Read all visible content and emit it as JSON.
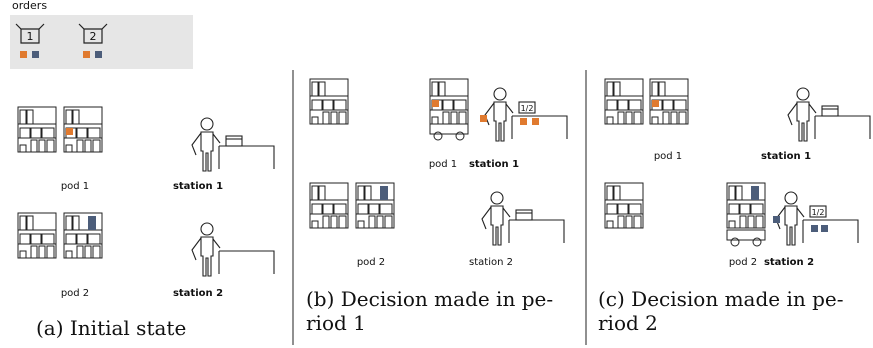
{
  "orders": {
    "label": "orders",
    "items": [
      {
        "id": "1",
        "colors": [
          "#e07a2f",
          "#4c5d7a"
        ]
      },
      {
        "id": "2",
        "colors": [
          "#e07a2f",
          "#4c5d7a"
        ]
      }
    ]
  },
  "colors": {
    "orange": "#e07a2f",
    "blue": "#4c5d7a",
    "line": "#222222",
    "panel": "#e6e6e6"
  },
  "panels": [
    {
      "caption_lines": [
        "(a) Initial state"
      ],
      "labels": {
        "pod1": "pod 1",
        "station1": "station 1",
        "pod2": "pod 2",
        "station2": "station 2"
      }
    },
    {
      "caption_lines": [
        "(b) Decision made in pe-",
        "riod 1"
      ],
      "labels": {
        "pod1": "pod 1",
        "station1": "station 1",
        "pod2": "pod 2",
        "station2": "station 2",
        "badge": "1/2"
      }
    },
    {
      "caption_lines": [
        "(c) Decision made in pe-",
        "riod 2"
      ],
      "labels": {
        "pod1": "pod 1",
        "station1": "station 1",
        "pod2": "pod 2",
        "station2": "station 2",
        "badge": "1/2"
      }
    }
  ]
}
